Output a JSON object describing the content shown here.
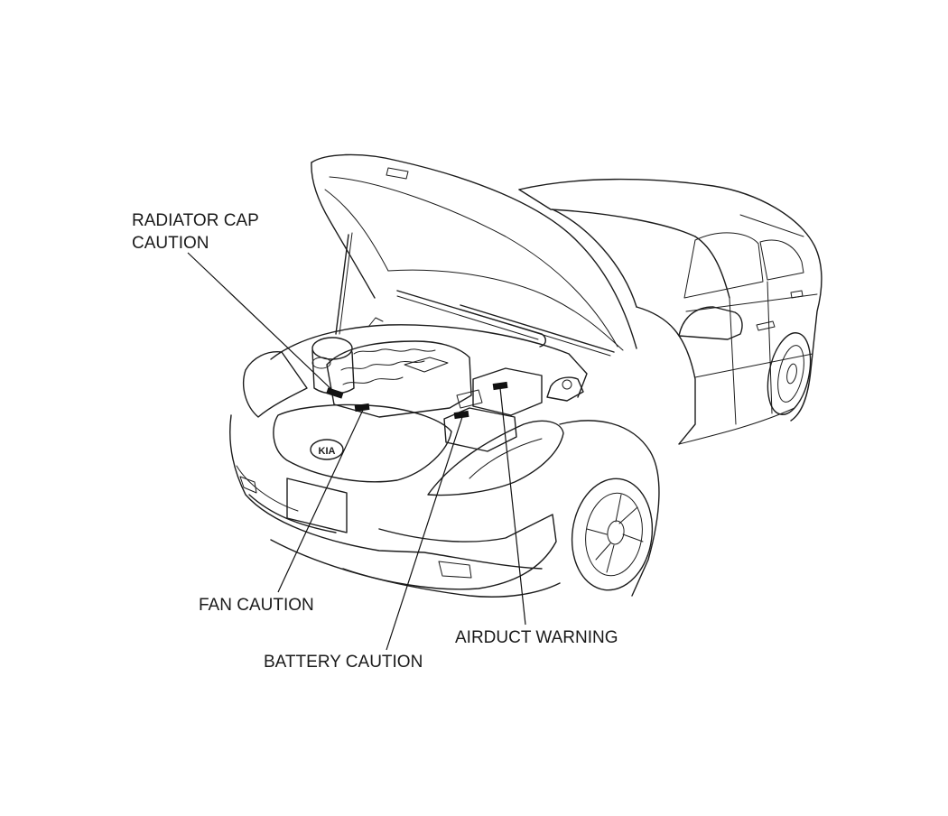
{
  "callouts": {
    "radiator_cap": [
      "RADIATOR CAP",
      "CAUTION"
    ],
    "fan": "FAN CAUTION",
    "battery": "BATTERY CAUTION",
    "airduct": "AIRDUCT WARNING"
  },
  "badge": "KIA",
  "colors": {
    "line": "#1c1c1c",
    "text": "#1a1a1a",
    "background": "#ffffff"
  }
}
